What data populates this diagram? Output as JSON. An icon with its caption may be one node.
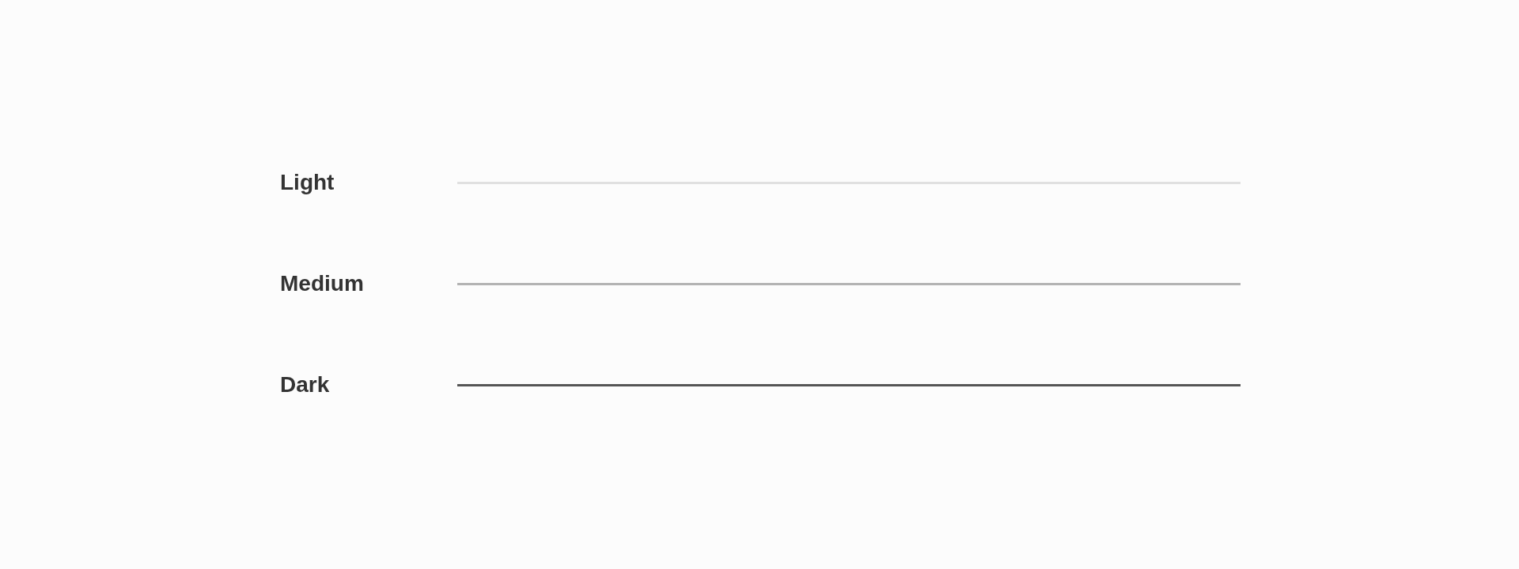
{
  "diagram": {
    "legend": [
      {
        "text": "Light",
        "color": "#e0e0e0"
      },
      {
        "text": "Medium",
        "color": "#b3b3b3"
      },
      {
        "text": "Dark",
        "color": "#555555"
      }
    ]
  }
}
